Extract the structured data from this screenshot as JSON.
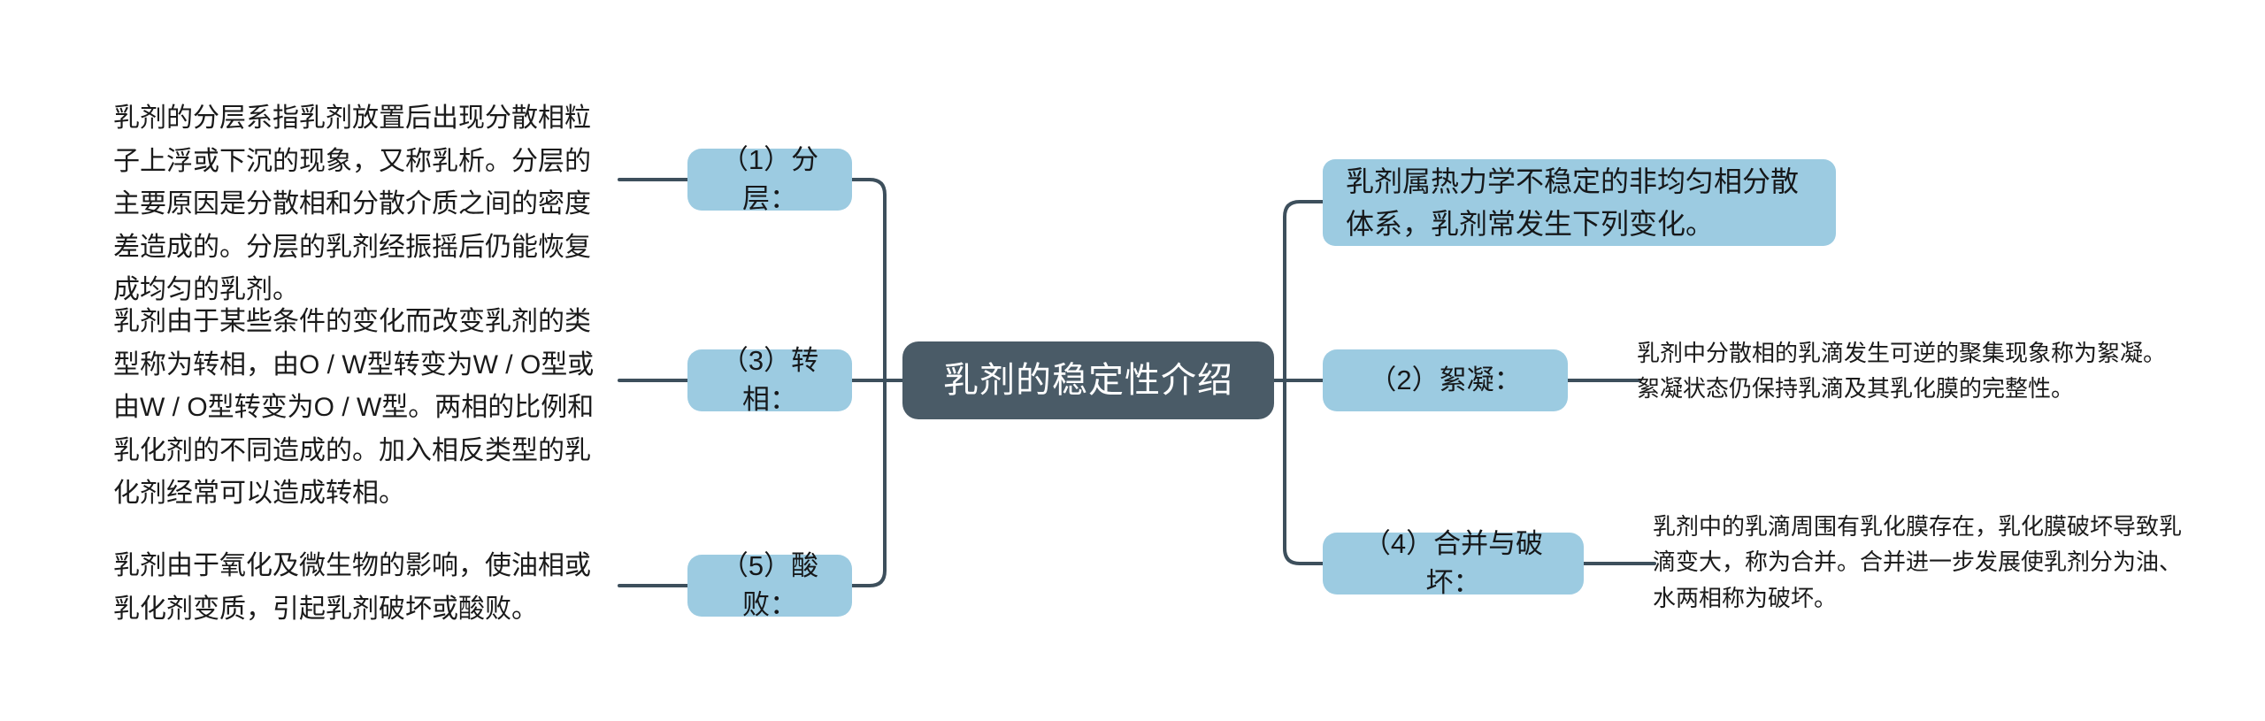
{
  "root": {
    "label": "乳剂的稳定性介绍",
    "color": "#4a5b67",
    "text_color": "#ffffff"
  },
  "theme": {
    "branch_color": "#9ccbe1",
    "line_color": "#3d4f5c",
    "text_color": "#1a1a1a",
    "background": "#ffffff"
  },
  "left_branches": [
    {
      "label": "（1）分层：",
      "detail": "乳剂的分层系指乳剂放置后出现分散相粒子上浮或下沉的现象，又称乳析。分层的主要原因是分散相和分散介质之间的密度差造成的。分层的乳剂经振摇后仍能恢复成均匀的乳剂。"
    },
    {
      "label": "（3）转相：",
      "detail": "乳剂由于某些条件的变化而改变乳剂的类型称为转相，由O / W型转变为W / O型或由W / O型转变为O / W型。两相的比例和乳化剂的不同造成的。加入相反类型的乳化剂经常可以造成转相。"
    },
    {
      "label": "（5）酸败：",
      "detail": "乳剂由于氧化及微生物的影响，使油相或乳化剂变质，引起乳剂破坏或酸败。"
    }
  ],
  "right_branches": [
    {
      "label": "乳剂属热力学不稳定的非均匀相分散体系，乳剂常发生下列变化。",
      "detail": ""
    },
    {
      "label": "（2）絮凝：",
      "detail": "乳剂中分散相的乳滴发生可逆的聚集现象称为絮凝。絮凝状态仍保持乳滴及其乳化膜的完整性。"
    },
    {
      "label": "（4）合并与破坏：",
      "detail": "乳剂中的乳滴周围有乳化膜存在，乳化膜破坏导致乳滴变大，称为合并。合并进一步发展使乳剂分为油、水两相称为破坏。"
    }
  ]
}
